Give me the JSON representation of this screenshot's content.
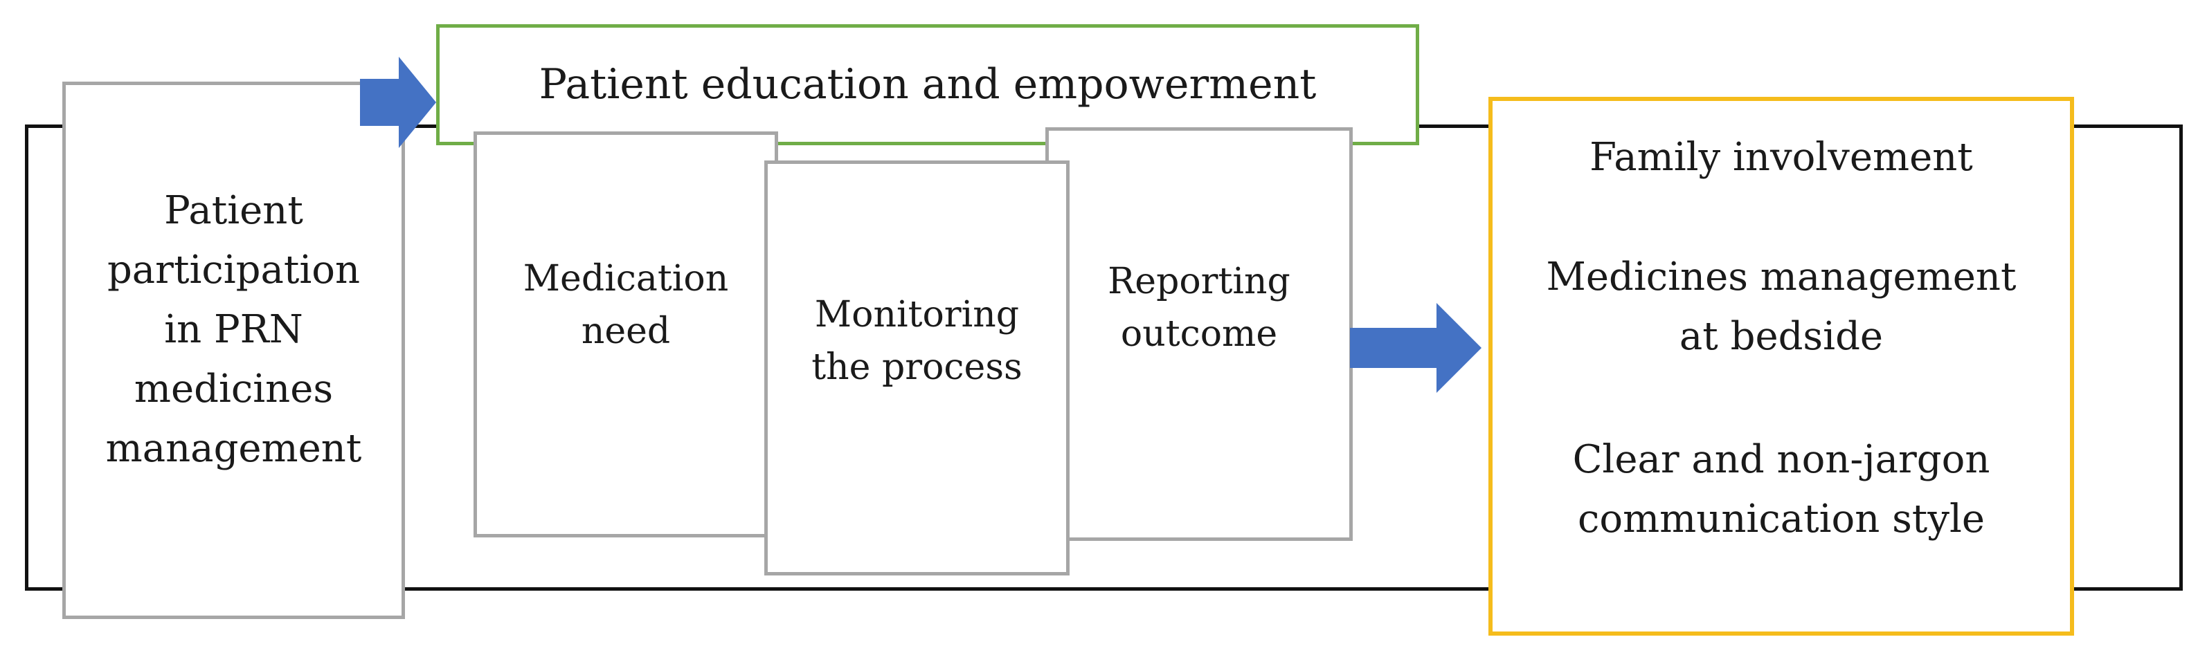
{
  "diagram": {
    "participation_box": {
      "label": "Patient\nparticipation\nin PRN\nmedicines\nmanagement"
    },
    "education_box": {
      "label": "Patient education and empowerment"
    },
    "medication_need_box": {
      "label": "Medication\nneed"
    },
    "monitoring_box": {
      "label": "Monitoring\nthe process"
    },
    "reporting_box": {
      "label": "Reporting\noutcome"
    },
    "outcomes_box": {
      "family": "Family involvement",
      "bedside": "Medicines management\nat bedside",
      "communication": "Clear and non-jargon\ncommunication style"
    },
    "colors": {
      "arrow": "#4472c4",
      "gray_border": "#a6a6a6",
      "green_border": "#70ad47",
      "yellow_border": "#f5bc1c",
      "frame_border": "#111111"
    }
  }
}
